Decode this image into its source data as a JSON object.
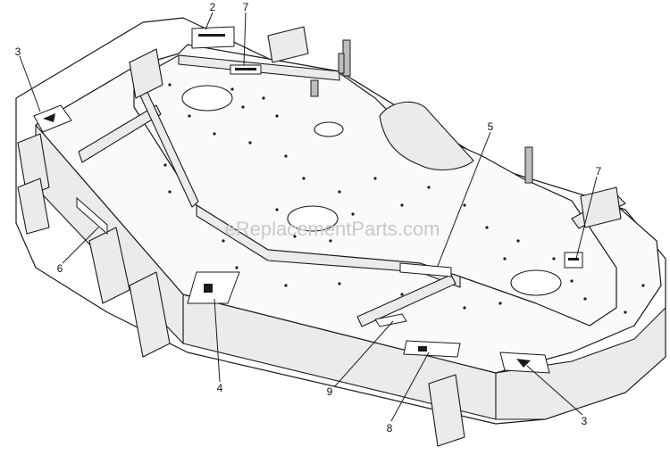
{
  "watermark": "eReplacementParts.com",
  "callouts": [
    "2",
    "7",
    "3",
    "5",
    "7",
    "6",
    "4",
    "9",
    "8",
    "3"
  ]
}
